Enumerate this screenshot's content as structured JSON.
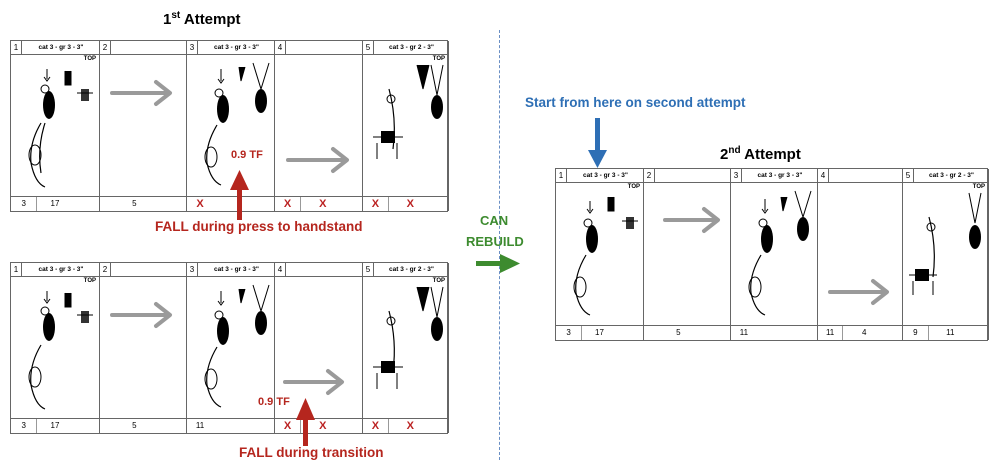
{
  "titles": {
    "first": {
      "main": "1",
      "sup": "st",
      "rest": " Attempt"
    },
    "second": {
      "main": "2",
      "sup": "nd",
      "rest": " Attempt"
    }
  },
  "strip_headers": {
    "n1": "1",
    "n2": "2",
    "n3": "3",
    "n4": "4",
    "n5": "5",
    "c1": "cat 3 - gr 3 - 3\"",
    "c3": "cat 3 - gr 3 - 3\"",
    "c5": "cat 3 - gr 2 - 3\"",
    "top": "TOP"
  },
  "footers": {
    "a_c1": [
      "3",
      "17"
    ],
    "a_c2": [
      "5"
    ],
    "b_c1": [
      "3",
      "17"
    ],
    "b_c2": [
      "5"
    ],
    "b_c3": [
      "11"
    ],
    "s2_c1": [
      "3",
      "17"
    ],
    "s2_c2": [
      "5"
    ],
    "s2_c3": [
      "11"
    ],
    "s2_c4": [
      "11",
      "4"
    ],
    "s2_c5": [
      "9",
      "11"
    ],
    "x_mark": "X"
  },
  "annotations": {
    "tf1": "0.9 TF",
    "fall1": "FALL during press to handstand",
    "tf2": "0.9 TF",
    "fall2": "FALL during transition",
    "start_here": "Start from here on second attempt",
    "can": "CAN",
    "rebuild": "REBUILD"
  },
  "colors": {
    "red": "#b5261e",
    "blue": "#2e6fb5",
    "green": "#3d8b2f",
    "gray_arrow": "#9a9a9a"
  }
}
